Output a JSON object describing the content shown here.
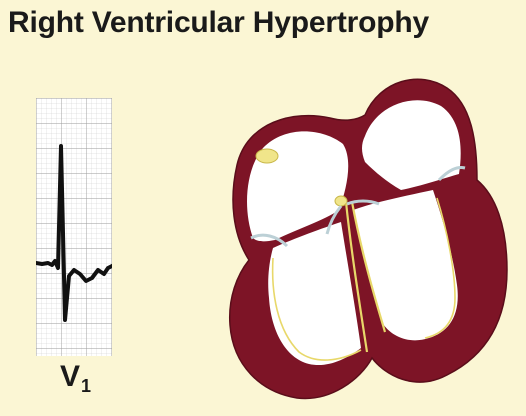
{
  "title": "Right Ventricular Hypertrophy",
  "ecg": {
    "lead_main": "V",
    "lead_sub": "1",
    "grid_color": "#9a9a9a",
    "trace_color": "#111111"
  },
  "heart": {
    "myocardium_color": "#7d1426",
    "chamber_color": "#ffffff",
    "conduction_color": "#e8d86a",
    "valve_color": "#bcd0d6"
  },
  "background_color": "#fbf6d4"
}
